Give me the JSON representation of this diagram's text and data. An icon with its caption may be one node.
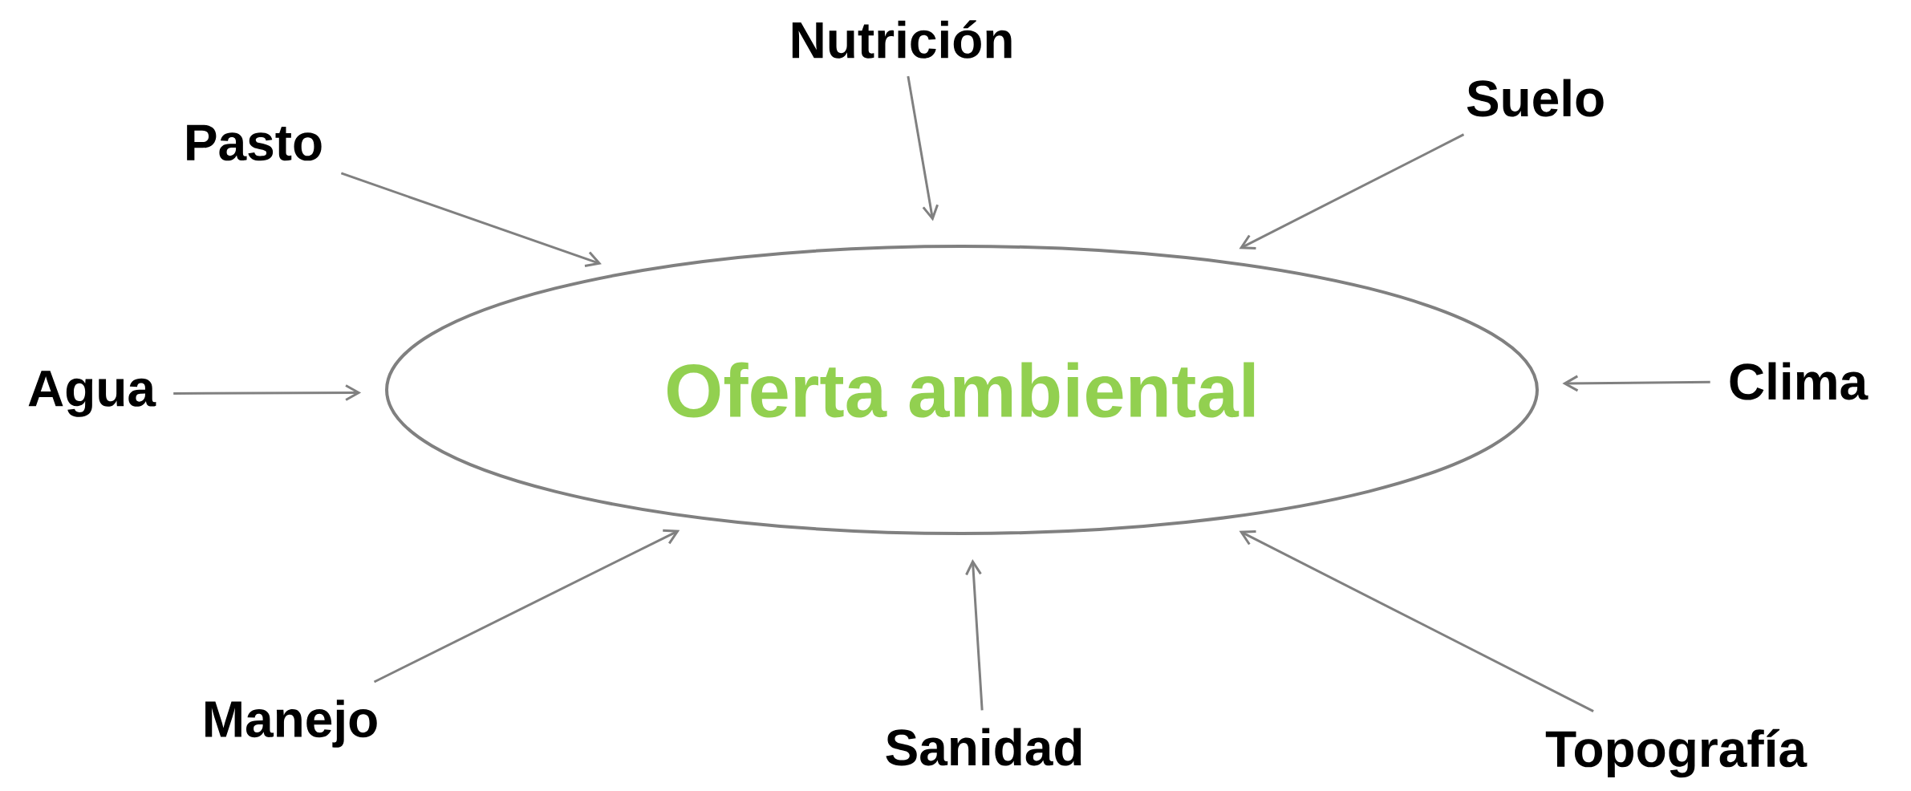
{
  "diagram": {
    "nodes": [
      {
        "text": [
          "Oferta ambiental"
        ]
      },
      {
        "text": [
          "Nutrición"
        ]
      },
      {
        "text": [
          "Pasto"
        ]
      },
      {
        "text": [
          "Suelo"
        ]
      },
      {
        "text": [
          "Agua"
        ]
      },
      {
        "text": [
          "Clima"
        ]
      },
      {
        "text": [
          "Manejo"
        ]
      },
      {
        "text": [
          "Sanidad"
        ]
      },
      {
        "text": [
          "Topografía"
        ]
      }
    ],
    "edges": [
      {
        "from": 1,
        "to": 0,
        "arrow": "to"
      },
      {
        "from": 2,
        "to": 0,
        "arrow": "to"
      },
      {
        "from": 3,
        "to": 0,
        "arrow": "to"
      },
      {
        "from": 4,
        "to": 0,
        "arrow": "to"
      },
      {
        "from": 5,
        "to": 0,
        "arrow": "to"
      },
      {
        "from": 6,
        "to": 0,
        "arrow": "to"
      },
      {
        "from": 7,
        "to": 0,
        "arrow": "to"
      },
      {
        "from": 8,
        "to": 0,
        "arrow": "to"
      }
    ]
  }
}
